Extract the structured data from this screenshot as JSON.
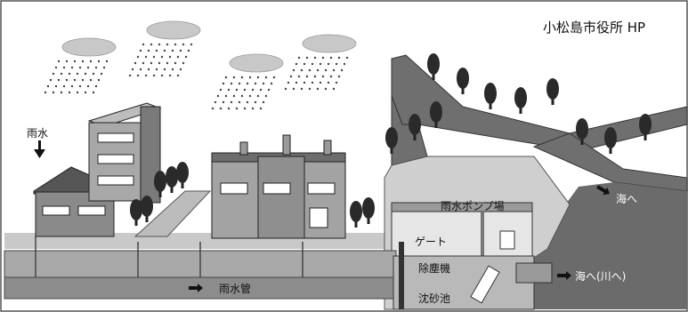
{
  "credit": "小松島市役所 HP",
  "labels": {
    "rainwater": "雨水",
    "to_sea_top": "海へ",
    "pump_station": "雨水ポンプ場",
    "gate": "ゲート",
    "dust_remover": "除塵機",
    "grit_chamber": "沈砂池",
    "to_sea_river": "海へ(川へ)",
    "storm_sewer": "雨水管"
  },
  "icons": {
    "cloud": "cloud-icon",
    "rain": "rain-icon",
    "tree": "tree-icon",
    "arrow": "arrow-icon"
  }
}
